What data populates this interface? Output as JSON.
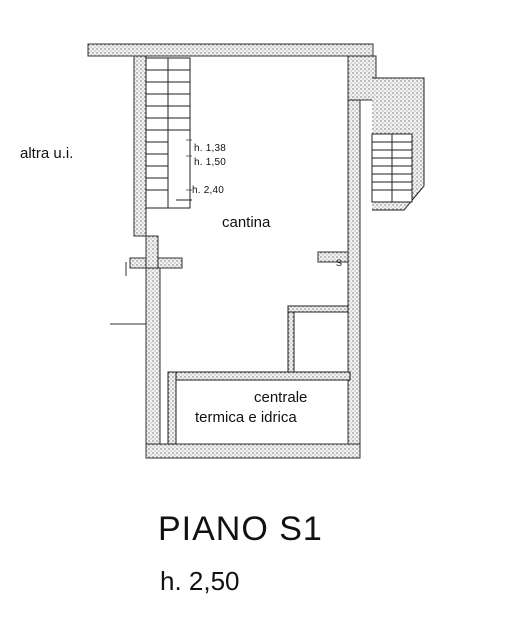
{
  "plan": {
    "title": "PIANO S1",
    "floor_height": "h. 2,50",
    "labels": {
      "neighbor_unit": "altra u.i.",
      "main_room": "cantina",
      "technical_room_line1": "centrale",
      "technical_room_line2": "termica e idrica",
      "stair_mark": "S"
    },
    "stair_heights": [
      "h. 1,38",
      "h. 1,50",
      "h. 2,40"
    ]
  }
}
